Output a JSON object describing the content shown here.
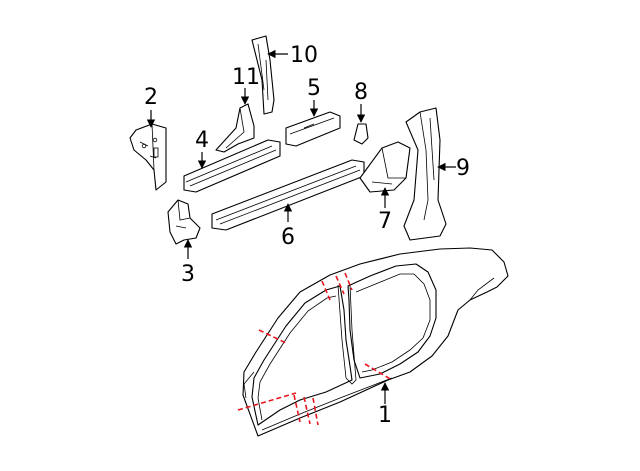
{
  "colors": {
    "line": "#000000",
    "cut_line": "#e8141b",
    "background": "#ffffff"
  },
  "callouts": [
    {
      "id": "1",
      "label": "1"
    },
    {
      "id": "2",
      "label": "2"
    },
    {
      "id": "3",
      "label": "3"
    },
    {
      "id": "4",
      "label": "4"
    },
    {
      "id": "5",
      "label": "5"
    },
    {
      "id": "6",
      "label": "6"
    },
    {
      "id": "7",
      "label": "7"
    },
    {
      "id": "8",
      "label": "8"
    },
    {
      "id": "9",
      "label": "9"
    },
    {
      "id": "10",
      "label": "10"
    },
    {
      "id": "11",
      "label": "11"
    }
  ]
}
